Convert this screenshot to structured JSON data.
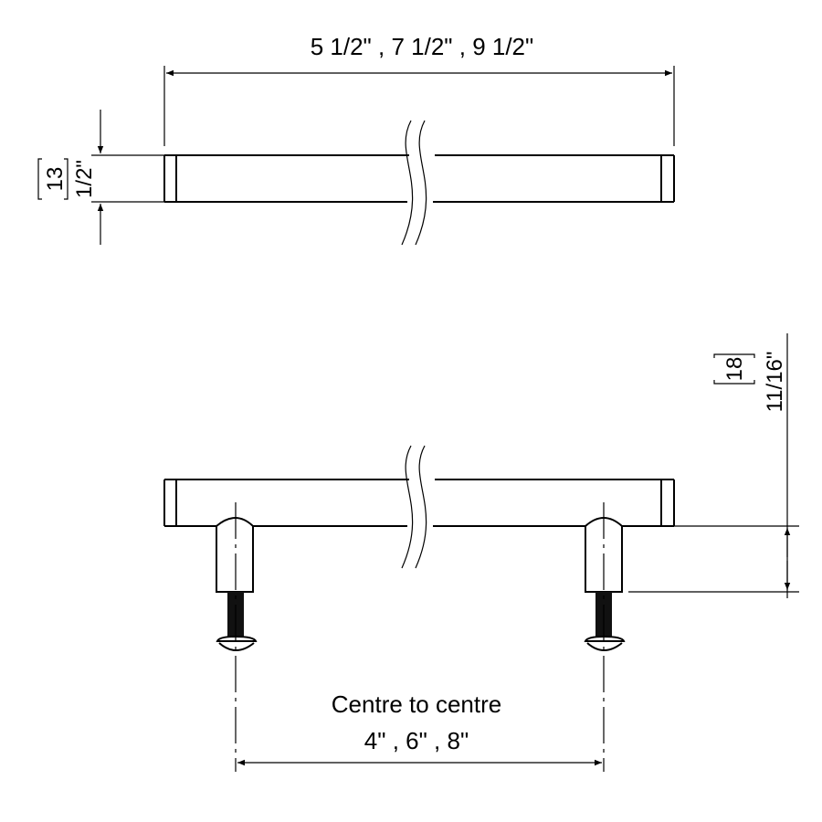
{
  "top_view": {
    "overall_length_label": "5 1/2\" ,  7 1/2\" , 9 1/2\"",
    "diameter_metric": "13",
    "diameter_imperial": "1/2\""
  },
  "side_view": {
    "height_metric": "18",
    "height_imperial": "11/16\"",
    "centre_label": "Centre to centre",
    "centre_values": "4\" ,  6\" , 8\""
  }
}
